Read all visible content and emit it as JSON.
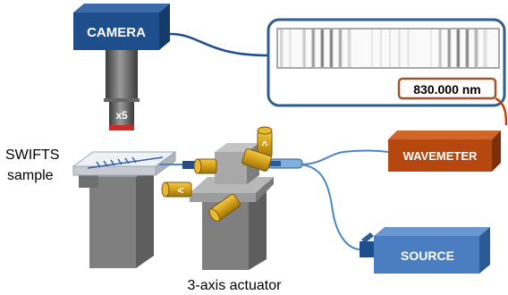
{
  "labels": {
    "camera": "CAMERA",
    "magnification": "x5",
    "readout": "830.000 nm",
    "swifts_line1": "SWIFTS",
    "swifts_line2": "sample",
    "wavemeter": "WAVEMETER",
    "source": "SOURCE",
    "actuator": "3-axis actuator",
    "arrow_up": "^",
    "arrow_left": "<"
  },
  "colors": {
    "camera_box": "#1f4e8c",
    "source_box": "#4a7ec0",
    "wavemeter_box": "#b5470f",
    "readout_border": "#a0522d",
    "screen_border": "#2e5f8c",
    "fiber": "#4a86c5",
    "actuator_yellow": "#d4a017"
  }
}
